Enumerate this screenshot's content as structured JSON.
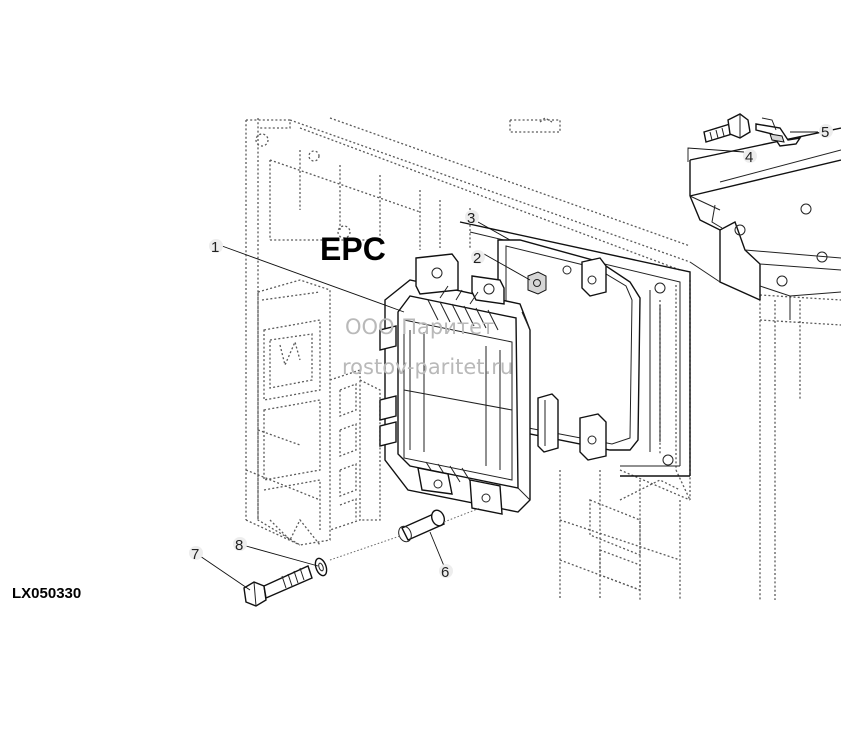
{
  "diagram": {
    "title": "EPC",
    "figure_code": "LX050330",
    "watermark": {
      "line1": "ООО Паритет",
      "line2": "rostov-paritet.ru"
    },
    "callouts": [
      {
        "number": "1"
      },
      {
        "number": "2"
      },
      {
        "number": "3"
      },
      {
        "number": "4"
      },
      {
        "number": "5"
      },
      {
        "number": "6"
      },
      {
        "number": "7"
      },
      {
        "number": "8"
      }
    ]
  }
}
